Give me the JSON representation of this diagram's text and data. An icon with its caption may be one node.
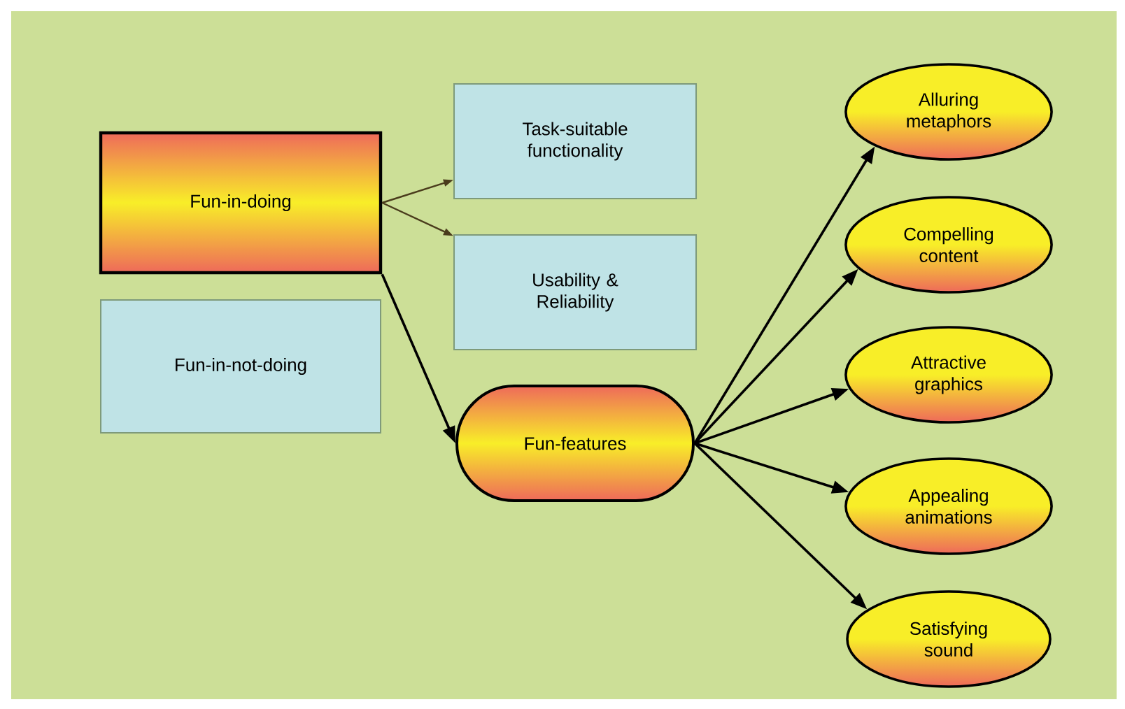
{
  "diagram": {
    "nodes": [
      {
        "text": [
          "Fun-in-doing"
        ]
      },
      {
        "text": [
          "Fun-in-not-doing"
        ]
      },
      {
        "text": [
          "Task-suitable functionality"
        ]
      },
      {
        "text": [
          "Usability & Reliability"
        ]
      },
      {
        "text": [
          "Fun-features"
        ]
      },
      {
        "text": [
          "Alluring metaphors"
        ]
      },
      {
        "text": [
          "Compelling content"
        ]
      },
      {
        "text": [
          "Attractive graphics"
        ]
      },
      {
        "text": [
          "Appealing animations"
        ]
      },
      {
        "text": [
          "Satisfying sound"
        ]
      }
    ],
    "edges": [
      {
        "from": 0,
        "to": 2,
        "arrow": "to",
        "color": "#4a3c1c"
      },
      {
        "from": 0,
        "to": 3,
        "arrow": "to",
        "color": "#4a3c1c"
      },
      {
        "from": 0,
        "to": 4,
        "arrow": "to"
      },
      {
        "from": 4,
        "to": 5,
        "arrow": "to"
      },
      {
        "from": 4,
        "to": 6,
        "arrow": "to"
      },
      {
        "from": 4,
        "to": 7,
        "arrow": "to"
      },
      {
        "from": 4,
        "to": 8,
        "arrow": "to"
      },
      {
        "from": 4,
        "to": 9,
        "arrow": "to"
      }
    ]
  }
}
